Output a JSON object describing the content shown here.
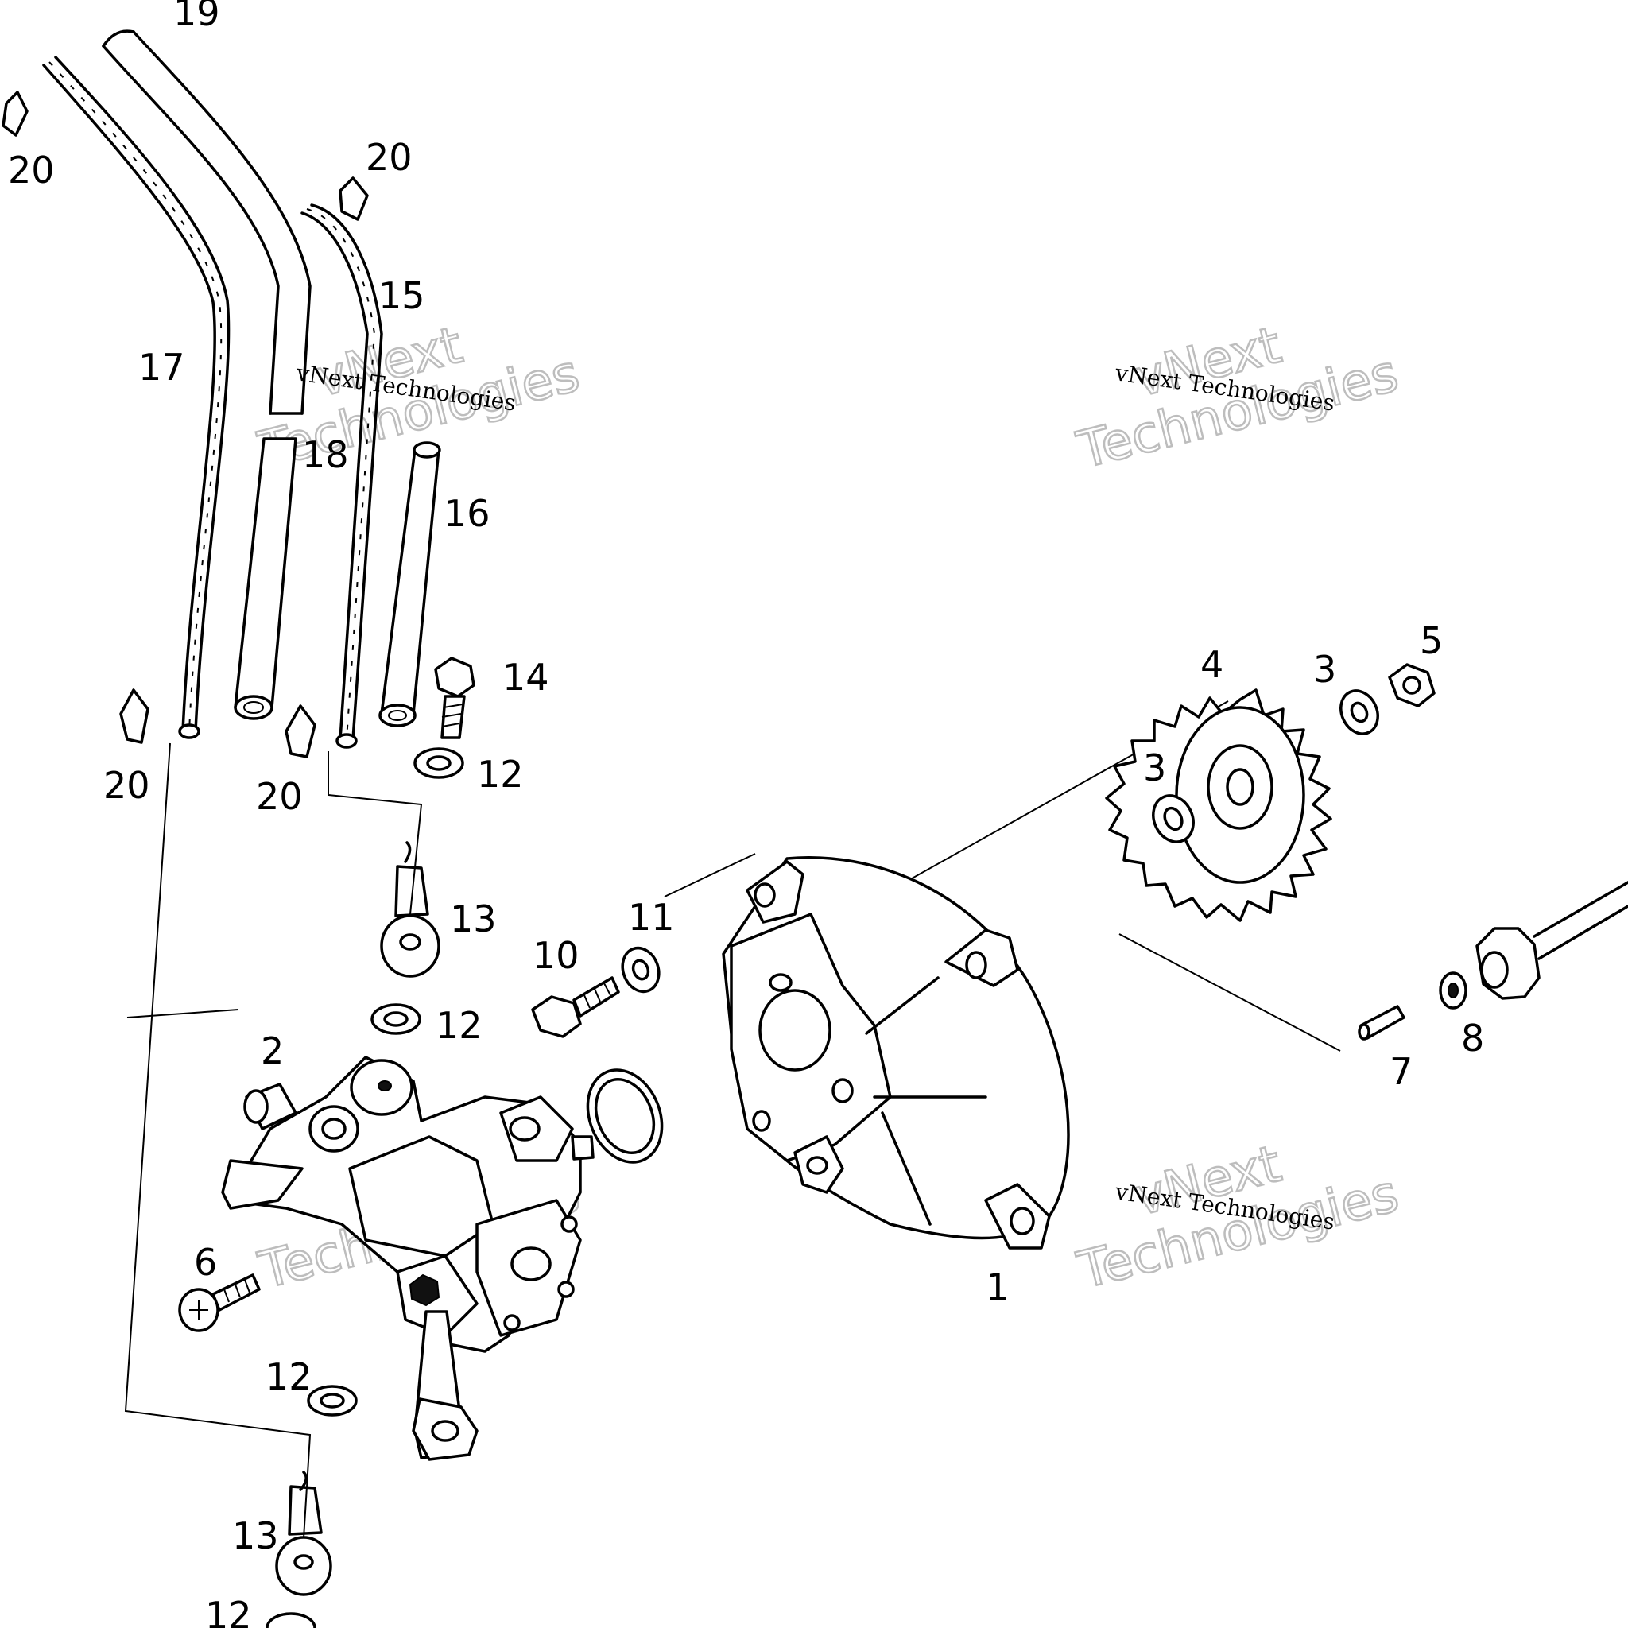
{
  "diagram": {
    "callouts": {
      "c1": "1",
      "c2": "2",
      "c3a": "3",
      "c3b": "3",
      "c4": "4",
      "c5": "5",
      "c6": "6",
      "c7": "7",
      "c8": "8",
      "c10": "10",
      "c11": "11",
      "c12a": "12",
      "c12b": "12",
      "c12c": "12",
      "c12d": "12",
      "c13a": "13",
      "c13b": "13",
      "c14": "14",
      "c15": "15",
      "c16": "16",
      "c17": "17",
      "c18": "18",
      "c19": "19",
      "c20a": "20",
      "c20b": "20",
      "c20c": "20",
      "c20d": "20"
    },
    "watermark": {
      "line1": "vNext",
      "line2": "Technologies",
      "small": "vNext Technologies"
    }
  }
}
